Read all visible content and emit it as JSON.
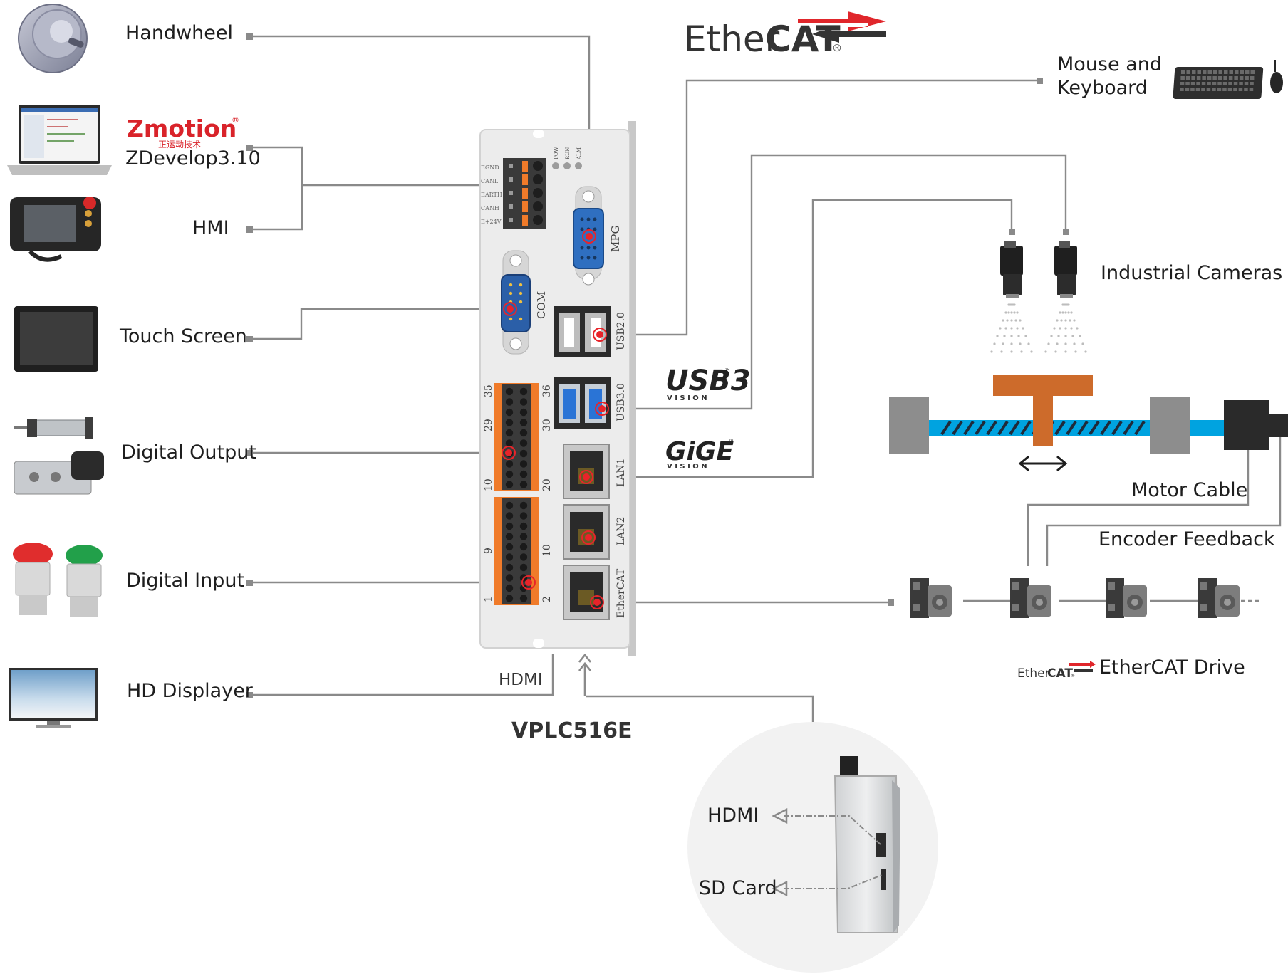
{
  "model": "VPLC516E",
  "colors": {
    "wire": "#8a8a8a",
    "port_marker": "#e8242a",
    "terminal_orange": "#f07b2a",
    "enclosure": "#e9e9e9",
    "screw_blue": "#00a3e0",
    "slide_orange": "#cd6b2b",
    "ethercat_red": "#e0262b",
    "zmotion_red": "#d9232a"
  },
  "logos": {
    "ethercat_main": {
      "ether": "Ether",
      "cat": "CAT",
      "reg": "®"
    },
    "ethercat_small": {
      "ether": "Ether",
      "cat": "CAT",
      "reg": "®"
    },
    "usb3": {
      "main": "USB3",
      "tm": "™",
      "sub": "V I S I O N"
    },
    "gige": {
      "main": "GiGE",
      "tm": "™",
      "sub": "V I S I O N"
    },
    "zmotion": {
      "name": "Zmotion",
      "reg": "®",
      "chinese": "正运动技术",
      "software": "ZDevelop3.10"
    }
  },
  "left_devices": {
    "handwheel": "Handwheel",
    "hmi": "HMI",
    "touch_screen": "Touch Screen",
    "digital_output": "Digital Output",
    "digital_input": "Digital Input",
    "hd_displayer": "HD Displayer"
  },
  "right_devices": {
    "mouse_keyboard_line1": "Mouse and",
    "mouse_keyboard_line2": "Keyboard",
    "industrial_cameras": "Industrial Cameras",
    "motor_cable": "Motor Cable",
    "encoder_feedback": "Encoder Feedback",
    "ethercat_drive": "EtherCAT Drive"
  },
  "controller_ports": {
    "led_pow": "POW",
    "led_run": "RUN",
    "led_alm": "ALM",
    "term_egnd": "EGND",
    "term_canl": "CANL",
    "term_earth": "EARTH",
    "term_canh": "CANH",
    "term_24v": "E+24V",
    "mpg": "MPG",
    "com": "COM",
    "usb20": "USB2.0",
    "usb30": "USB3.0",
    "lan1": "LAN1",
    "lan2": "LAN2",
    "ethercat": "EtherCAT",
    "pin_35": "35",
    "pin_36": "36",
    "pin_29": "29",
    "pin_30": "30",
    "pin_10a": "10",
    "pin_20": "20",
    "pin_9": "9",
    "pin_10b": "10",
    "pin_1": "1",
    "pin_2": "2",
    "hdmi": "HDMI"
  },
  "side_view": {
    "hdmi": "HDMI",
    "sd_card": "SD Card"
  }
}
